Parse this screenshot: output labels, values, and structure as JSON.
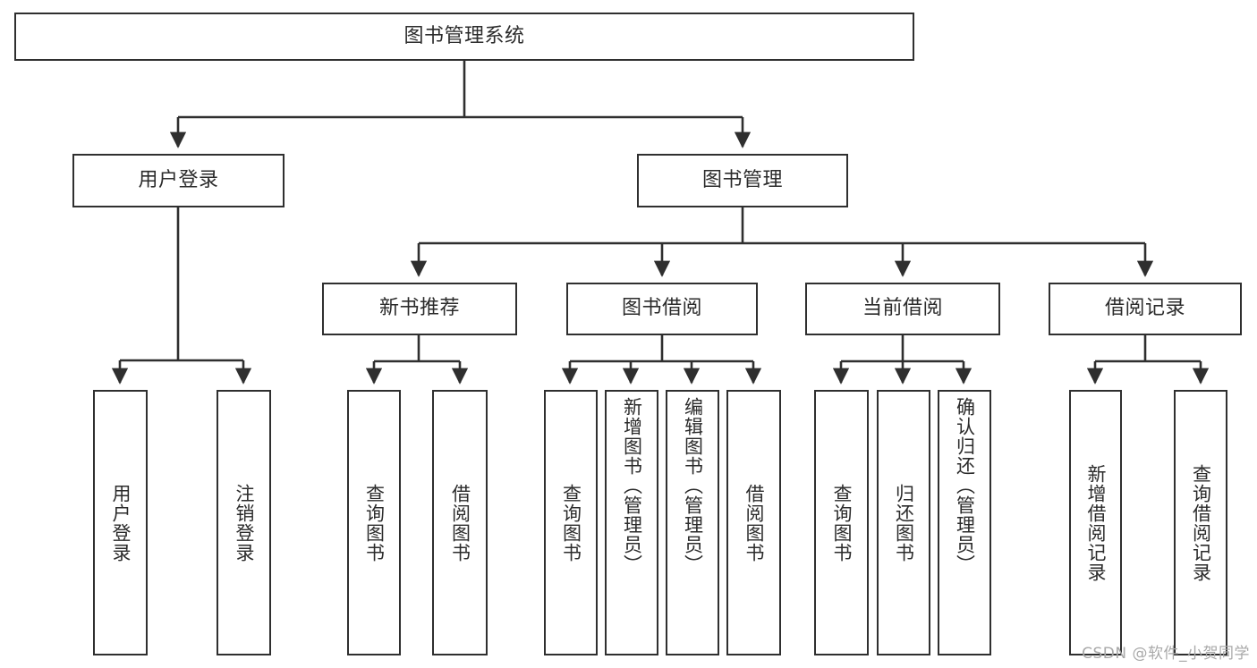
{
  "diagram": {
    "title": "图书管理系统",
    "type": "tree",
    "colors": {
      "box_border": "#2f2f2f",
      "box_fill": "#ffffff",
      "connector": "#2f2f2f",
      "text": "#2b2b2b",
      "watermark": "#a9a9a9",
      "background": "#ffffff"
    },
    "root": {
      "label": "图书管理系统"
    },
    "level1": [
      {
        "label": "用户登录"
      },
      {
        "label": "图书管理"
      }
    ],
    "level2": [
      {
        "label": "新书推荐"
      },
      {
        "label": "图书借阅"
      },
      {
        "label": "当前借阅"
      },
      {
        "label": "借阅记录"
      }
    ],
    "leaves": {
      "user_login": [
        {
          "label": "用户登录"
        },
        {
          "label": "注销登录"
        }
      ],
      "new_book_recommend": [
        {
          "label": "查询图书"
        },
        {
          "label": "借阅图书"
        }
      ],
      "book_borrow": [
        {
          "label": "查询图书"
        },
        {
          "label": "新增图书（管理员）"
        },
        {
          "label": "编辑图书（管理员）"
        },
        {
          "label": "借阅图书"
        }
      ],
      "current_borrow": [
        {
          "label": "查询图书"
        },
        {
          "label": "归还图书"
        },
        {
          "label": "确认归还（管理员）"
        }
      ],
      "borrow_record": [
        {
          "label": "新增借阅记录"
        },
        {
          "label": "查询借阅记录"
        }
      ]
    }
  },
  "watermark": {
    "text": "CSDN @软件_小贺同学"
  }
}
